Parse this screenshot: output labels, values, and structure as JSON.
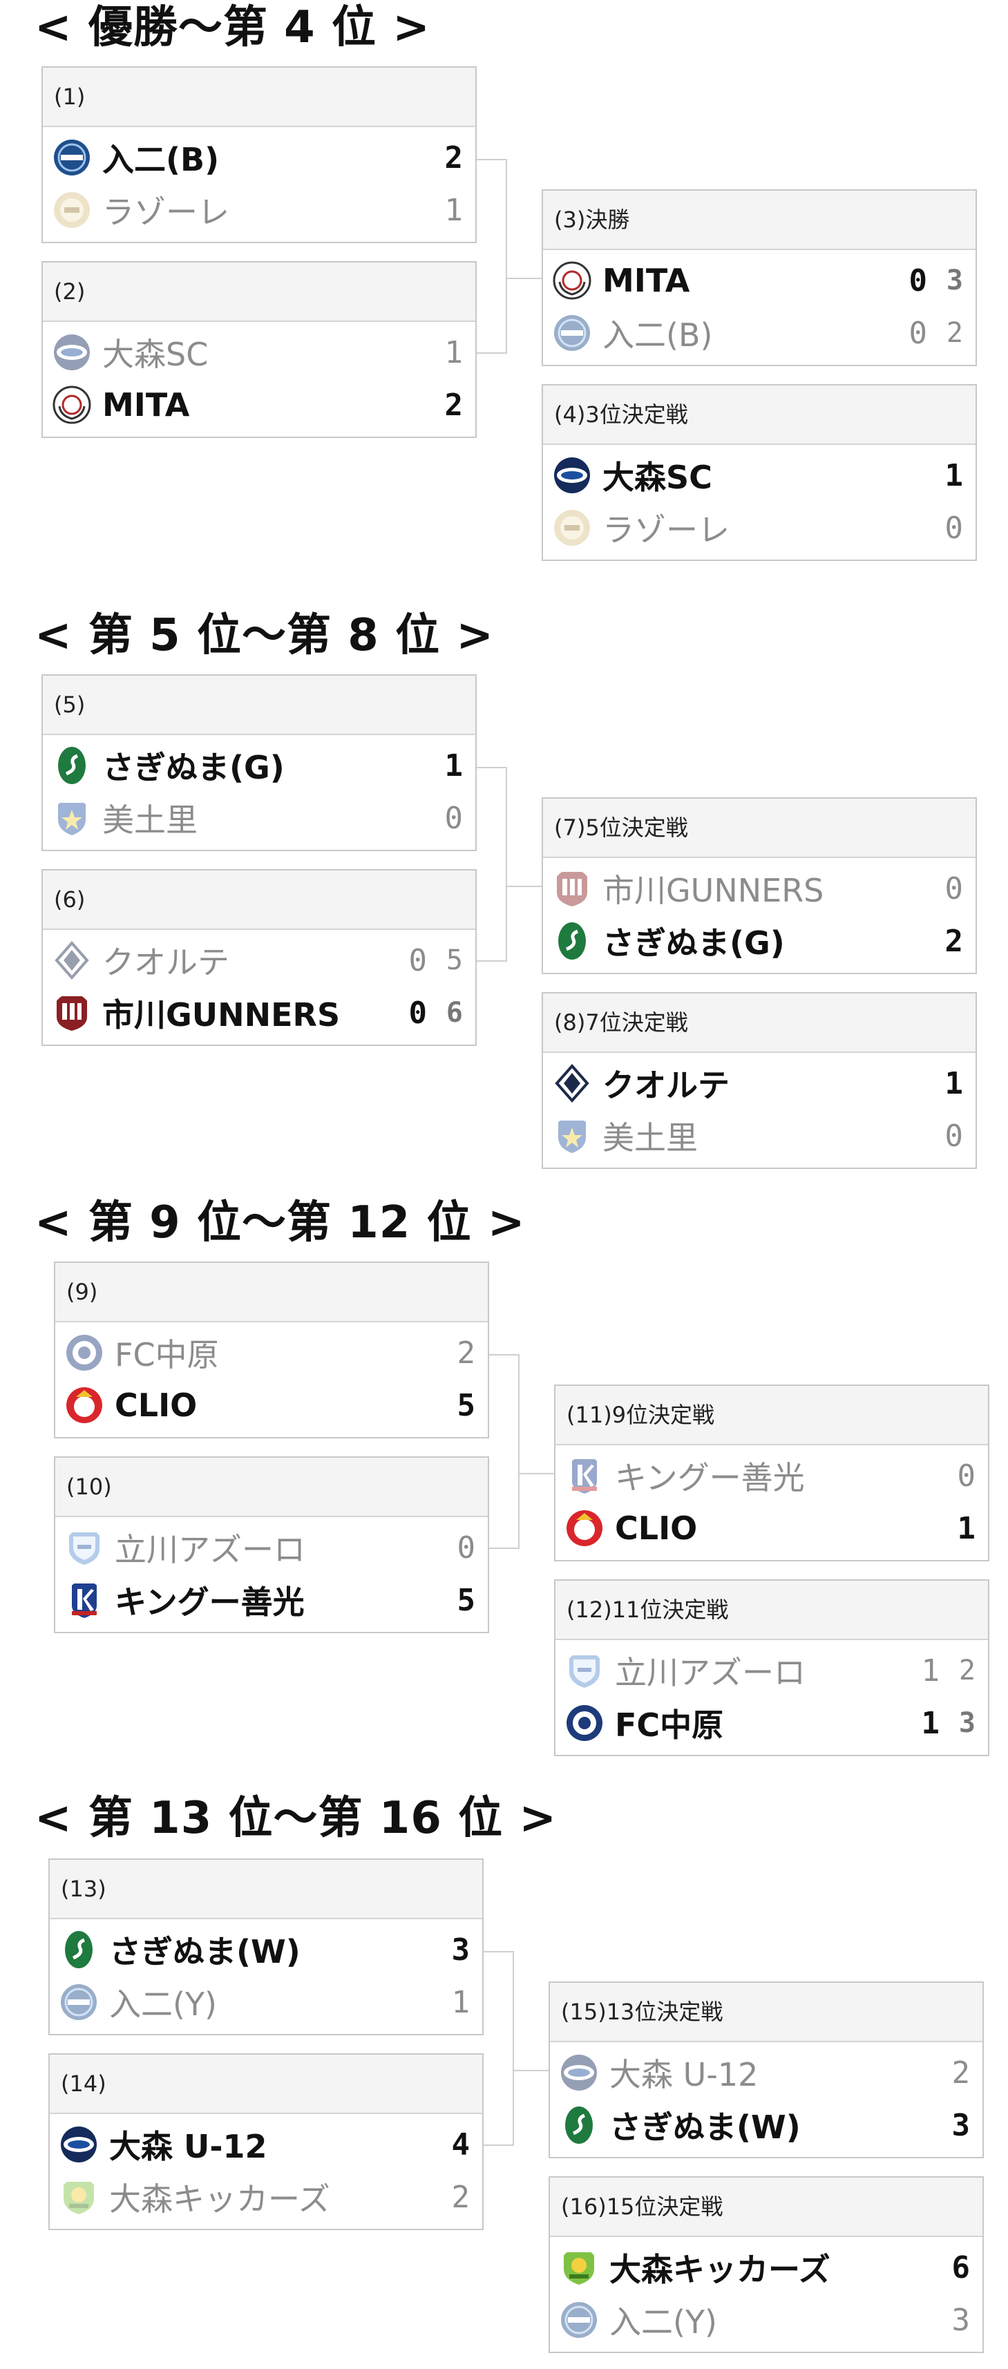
{
  "sections": [
    {
      "title": "< 優勝〜第 4 位 >",
      "matches": [
        {
          "label": "(1)",
          "teams": [
            {
              "name": "入二(B)",
              "score": "2",
              "pk": "",
              "winner": true,
              "crest": "blue-circle-crest"
            },
            {
              "name": "ラゾーレ",
              "score": "1",
              "pk": "",
              "winner": false,
              "crest": "tan-crest"
            }
          ]
        },
        {
          "label": "(2)",
          "teams": [
            {
              "name": "大森SC",
              "score": "1",
              "pk": "",
              "winner": false,
              "crest": "navy-crest"
            },
            {
              "name": "MITA",
              "score": "2",
              "pk": "",
              "winner": true,
              "crest": "laurel-crest"
            }
          ]
        },
        {
          "label": "(3)決勝",
          "teams": [
            {
              "name": "MITA",
              "score": "0",
              "pk": "3",
              "winner": true,
              "crest": "laurel-crest"
            },
            {
              "name": "入二(B)",
              "score": "0",
              "pk": "2",
              "winner": false,
              "crest": "blue-circle-crest"
            }
          ]
        },
        {
          "label": "(4)3位決定戦",
          "teams": [
            {
              "name": "大森SC",
              "score": "1",
              "pk": "",
              "winner": true,
              "crest": "navy-crest"
            },
            {
              "name": "ラゾーレ",
              "score": "0",
              "pk": "",
              "winner": false,
              "crest": "tan-crest"
            }
          ]
        }
      ]
    },
    {
      "title": "< 第 5 位〜第 8 位 >",
      "matches": [
        {
          "label": "(5)",
          "teams": [
            {
              "name": "さぎぬま(G)",
              "score": "1",
              "pk": "",
              "winner": true,
              "crest": "green-crest"
            },
            {
              "name": "美土里",
              "score": "0",
              "pk": "",
              "winner": false,
              "crest": "star-shield-crest"
            }
          ]
        },
        {
          "label": "(6)",
          "teams": [
            {
              "name": "クオルテ",
              "score": "0",
              "pk": "5",
              "winner": false,
              "crest": "diamond-crest"
            },
            {
              "name": "市川GUNNERS",
              "score": "0",
              "pk": "6",
              "winner": true,
              "crest": "gunners-crest"
            }
          ]
        },
        {
          "label": "(7)5位決定戦",
          "teams": [
            {
              "name": "市川GUNNERS",
              "score": "0",
              "pk": "",
              "winner": false,
              "crest": "gunners-crest"
            },
            {
              "name": "さぎぬま(G)",
              "score": "2",
              "pk": "",
              "winner": true,
              "crest": "green-crest"
            }
          ]
        },
        {
          "label": "(8)7位決定戦",
          "teams": [
            {
              "name": "クオルテ",
              "score": "1",
              "pk": "",
              "winner": true,
              "crest": "diamond-crest"
            },
            {
              "name": "美土里",
              "score": "0",
              "pk": "",
              "winner": false,
              "crest": "star-shield-crest"
            }
          ]
        }
      ]
    },
    {
      "title": "< 第 9 位〜第 12 位 >",
      "matches": [
        {
          "label": "(9)",
          "teams": [
            {
              "name": "FC中原",
              "score": "2",
              "pk": "",
              "winner": false,
              "crest": "fc-nakahara-crest"
            },
            {
              "name": "CLIO",
              "score": "5",
              "pk": "",
              "winner": true,
              "crest": "red-crest"
            }
          ]
        },
        {
          "label": "(10)",
          "teams": [
            {
              "name": "立川アズーロ",
              "score": "0",
              "pk": "",
              "winner": false,
              "crest": "azzurro-crest"
            },
            {
              "name": "キングー善光",
              "score": "5",
              "pk": "",
              "winner": true,
              "crest": "king-crest"
            }
          ]
        },
        {
          "label": "(11)9位決定戦",
          "teams": [
            {
              "name": "キングー善光",
              "score": "0",
              "pk": "",
              "winner": false,
              "crest": "king-crest"
            },
            {
              "name": "CLIO",
              "score": "1",
              "pk": "",
              "winner": true,
              "crest": "red-crest"
            }
          ]
        },
        {
          "label": "(12)11位決定戦",
          "teams": [
            {
              "name": "立川アズーロ",
              "score": "1",
              "pk": "2",
              "winner": false,
              "crest": "azzurro-crest"
            },
            {
              "name": "FC中原",
              "score": "1",
              "pk": "3",
              "winner": true,
              "crest": "fc-nakahara-crest"
            }
          ]
        }
      ]
    },
    {
      "title": "< 第 13 位〜第 16 位 >",
      "matches": [
        {
          "label": "(13)",
          "teams": [
            {
              "name": "さぎぬま(W)",
              "score": "3",
              "pk": "",
              "winner": true,
              "crest": "green-crest"
            },
            {
              "name": "入二(Y)",
              "score": "1",
              "pk": "",
              "winner": false,
              "crest": "blue-circle-crest"
            }
          ]
        },
        {
          "label": "(14)",
          "teams": [
            {
              "name": "大森 U-12",
              "score": "4",
              "pk": "",
              "winner": true,
              "crest": "navy-crest"
            },
            {
              "name": "大森キッカーズ",
              "score": "2",
              "pk": "",
              "winner": false,
              "crest": "kickers-crest"
            }
          ]
        },
        {
          "label": "(15)13位決定戦",
          "teams": [
            {
              "name": "大森 U-12",
              "score": "2",
              "pk": "",
              "winner": false,
              "crest": "navy-crest"
            },
            {
              "name": "さぎぬま(W)",
              "score": "3",
              "pk": "",
              "winner": true,
              "crest": "green-crest"
            }
          ]
        },
        {
          "label": "(16)15位決定戦",
          "teams": [
            {
              "name": "大森キッカーズ",
              "score": "6",
              "pk": "",
              "winner": true,
              "crest": "kickers-crest"
            },
            {
              "name": "入二(Y)",
              "score": "3",
              "pk": "",
              "winner": false,
              "crest": "blue-circle-crest"
            }
          ]
        }
      ]
    }
  ]
}
